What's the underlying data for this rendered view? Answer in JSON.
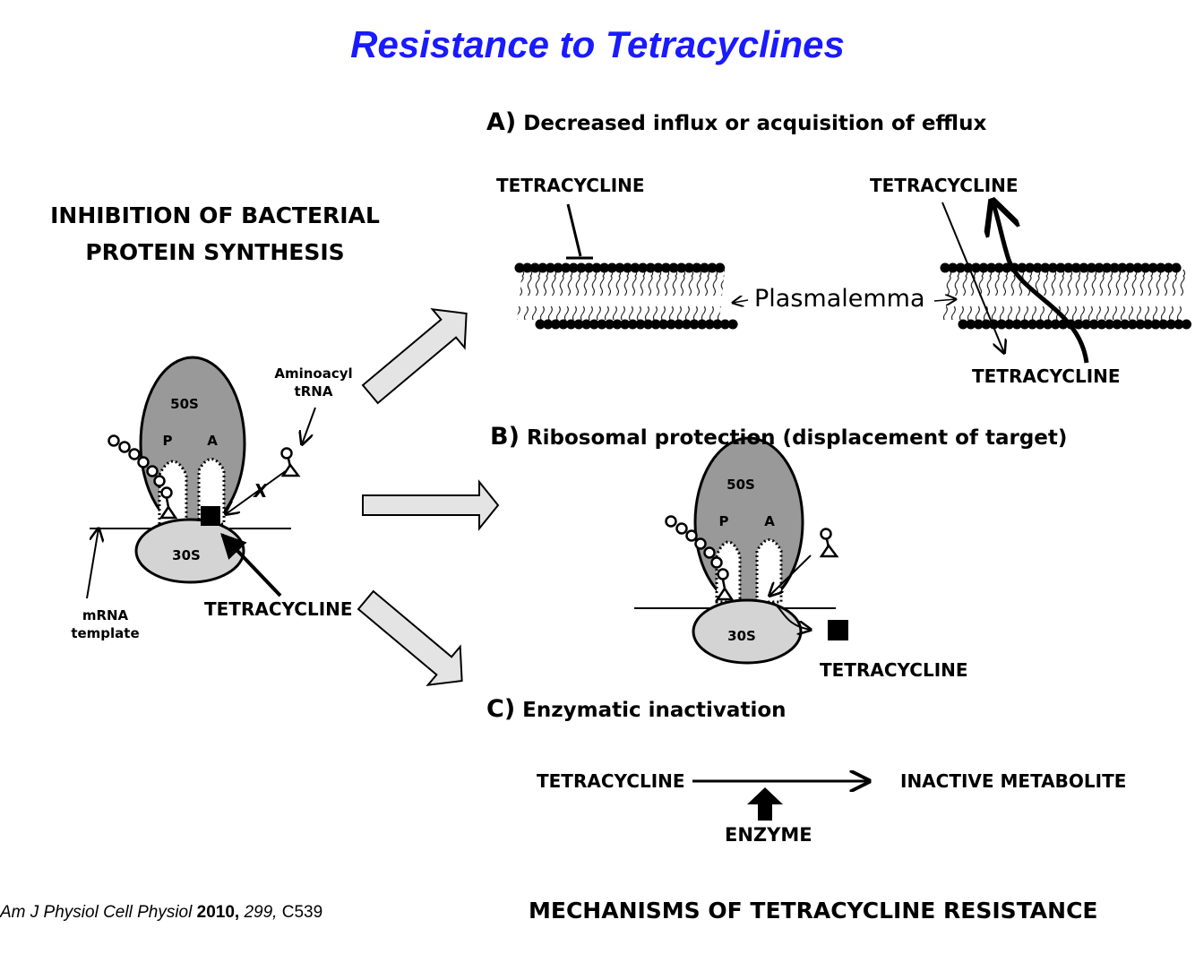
{
  "title": "Resistance to Tetracyclines",
  "left_heading": {
    "line1": "INHIBITION OF BACTERIAL",
    "line2": "PROTEIN SYNTHESIS"
  },
  "ribosome": {
    "large_subunit": "50S",
    "small_subunit": "30S",
    "p_site": "P",
    "a_site": "A",
    "block_mark": "X"
  },
  "left_labels": {
    "aminoacyl_trna_line1": "Aminoacyl",
    "aminoacyl_trna_line2": "tRNA",
    "mrna_line1": "mRNA",
    "mrna_line2": "template",
    "tetracycline": "TETRACYCLINE"
  },
  "section_a": {
    "letter": "A)",
    "title": "Decreased influx or acquisition of efflux",
    "tetracycline_left": "TETRACYCLINE",
    "tetracycline_right_top": "TETRACYCLINE",
    "tetracycline_right_bottom": "TETRACYCLINE",
    "membrane_label": "Plasmalemma"
  },
  "section_b": {
    "letter": "B)",
    "title": "Ribosomal protection (displacement of target)",
    "tetracycline": "TETRACYCLINE"
  },
  "section_c": {
    "letter": "C)",
    "title": "Enzymatic inactivation",
    "substrate": "TETRACYCLINE",
    "product": "INACTIVE METABOLITE",
    "enzyme": "ENZYME"
  },
  "citation": {
    "journal": "Am J Physiol Cell Physiol",
    "year": "2010,",
    "volume": "299,",
    "page": "C539"
  },
  "caption": "MECHANISMS OF TETRACYCLINE RESISTANCE",
  "colors": {
    "title": "#1a1aff",
    "large_subunit": "#999999",
    "small_subunit": "#d4d4d4",
    "arrow_fill": "#e4e4e4"
  }
}
